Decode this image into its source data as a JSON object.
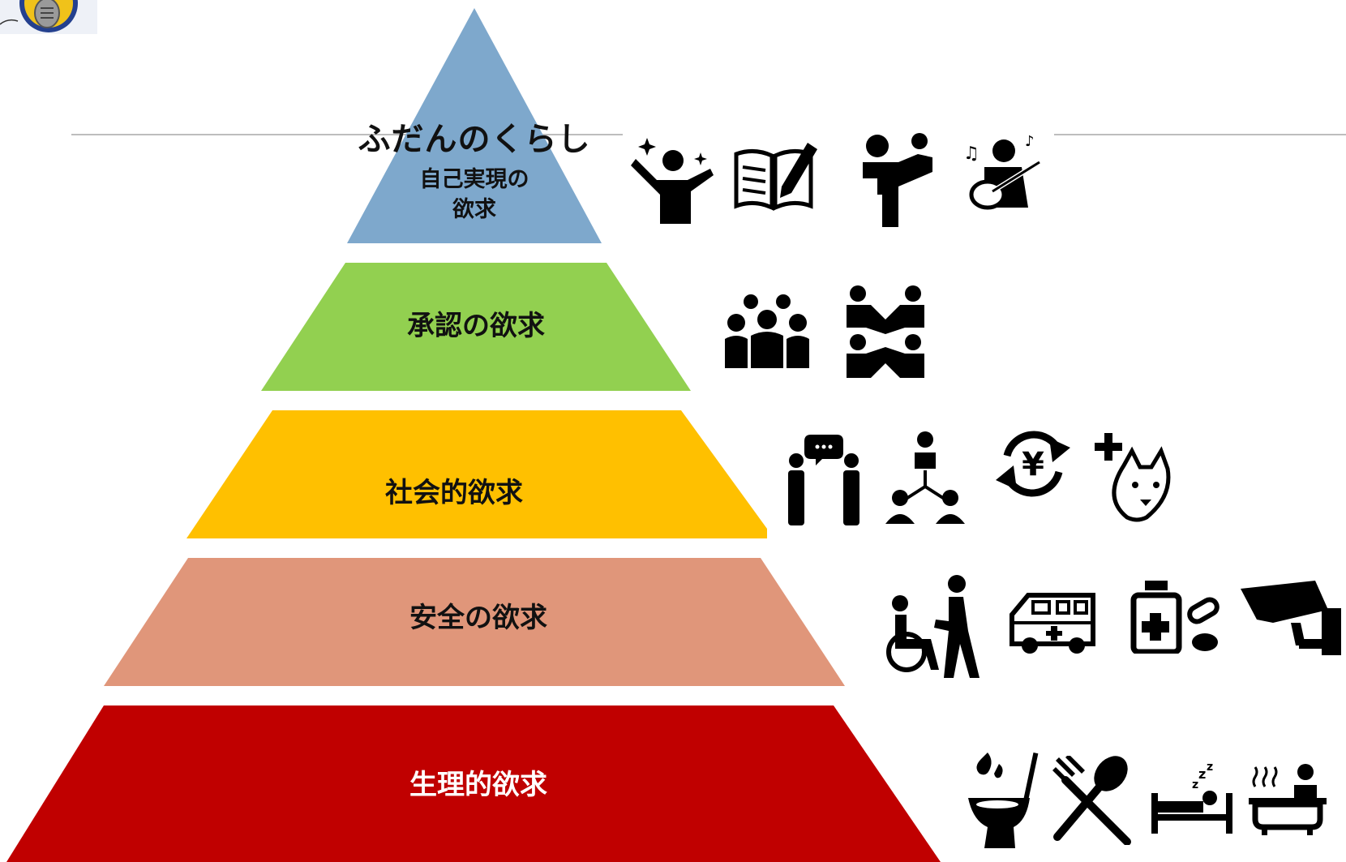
{
  "logo": {
    "name": "logo-badge-icon"
  },
  "pyramid": {
    "tiers": [
      {
        "id": "self-actualization",
        "title": "ふだんのくらし",
        "label_line1": "自己実現の",
        "label_line2": "欲求",
        "color": "#7ea8cc",
        "icons": [
          "cheering-person-icon",
          "book-and-pencil-icon",
          "person-pointing-icon",
          "guitar-player-icon"
        ]
      },
      {
        "id": "esteem",
        "label": "承認の欲求",
        "color": "#92d050",
        "icons": [
          "group-of-people-icon",
          "people-connecting-icon"
        ]
      },
      {
        "id": "social",
        "label": "社会的欲求",
        "color": "#ffc000",
        "icons": [
          "people-talking-icon",
          "network-people-icon",
          "yen-exchange-icon",
          "pet-care-icon"
        ]
      },
      {
        "id": "safety",
        "label": "安全の欲求",
        "color": "#e0967a",
        "icons": [
          "wheelchair-assist-icon",
          "ambulance-icon",
          "medicine-bottle-icon",
          "security-camera-icon"
        ]
      },
      {
        "id": "physiological",
        "label": "生理的欲求",
        "color": "#c00000",
        "icons": [
          "toilet-icon",
          "fork-and-spoon-icon",
          "sleeping-bed-icon",
          "bath-icon"
        ]
      }
    ]
  }
}
